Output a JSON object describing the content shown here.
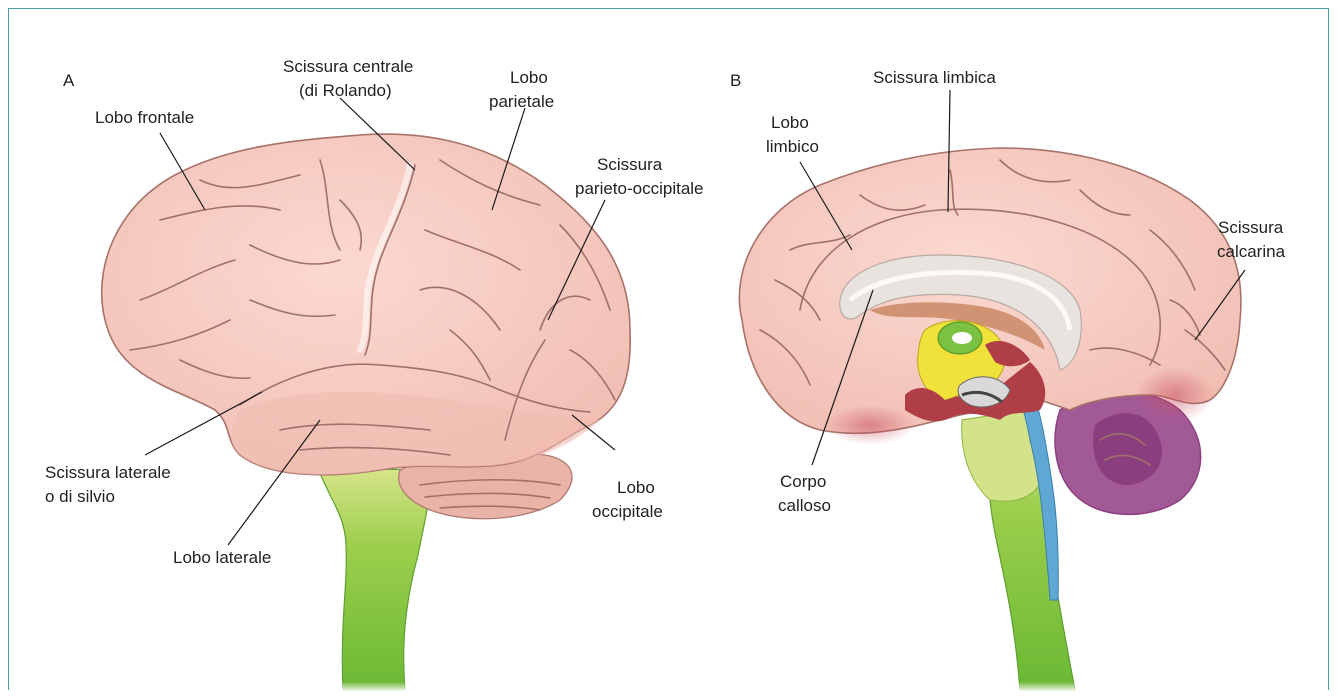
{
  "panels": {
    "a": {
      "letter": "A",
      "labels": {
        "lobo_frontale": "Lobo frontale",
        "scissura_centrale_1": "Scissura centrale",
        "scissura_centrale_2": "(di Rolando)",
        "lobo_parietale_1": "Lobo",
        "lobo_parietale_2": "parietale",
        "scissura_po_1": "Scissura",
        "scissura_po_2": "parieto-occipitale",
        "scissura_laterale_1": "Scissura laterale",
        "scissura_laterale_2": "o di silvio",
        "lobo_laterale": "Lobo laterale",
        "lobo_occipitale_1": "Lobo",
        "lobo_occipitale_2": "occipitale"
      }
    },
    "b": {
      "letter": "B",
      "labels": {
        "scissura_limbica": "Scissura limbica",
        "lobo_limbico_1": "Lobo",
        "lobo_limbico_2": "limbico",
        "scissura_calcarina_1": "Scissura",
        "scissura_calcarina_2": "calcarina",
        "corpo_calloso_1": "Corpo",
        "corpo_calloso_2": "calloso"
      }
    }
  },
  "colors": {
    "frame": "#4a9fa2",
    "cortex": "#f5c8bf",
    "cortex_shadow": "#e3a89d",
    "brainstem": "#7cc242",
    "brainstem_light": "#d4e38a",
    "cerebellum_medial": "#9b4d8f",
    "ventricle": "#5fa8d3",
    "thalamus": "#f0e23a",
    "callosum": "#e6e1dc",
    "dark_red": "#a3303a"
  }
}
